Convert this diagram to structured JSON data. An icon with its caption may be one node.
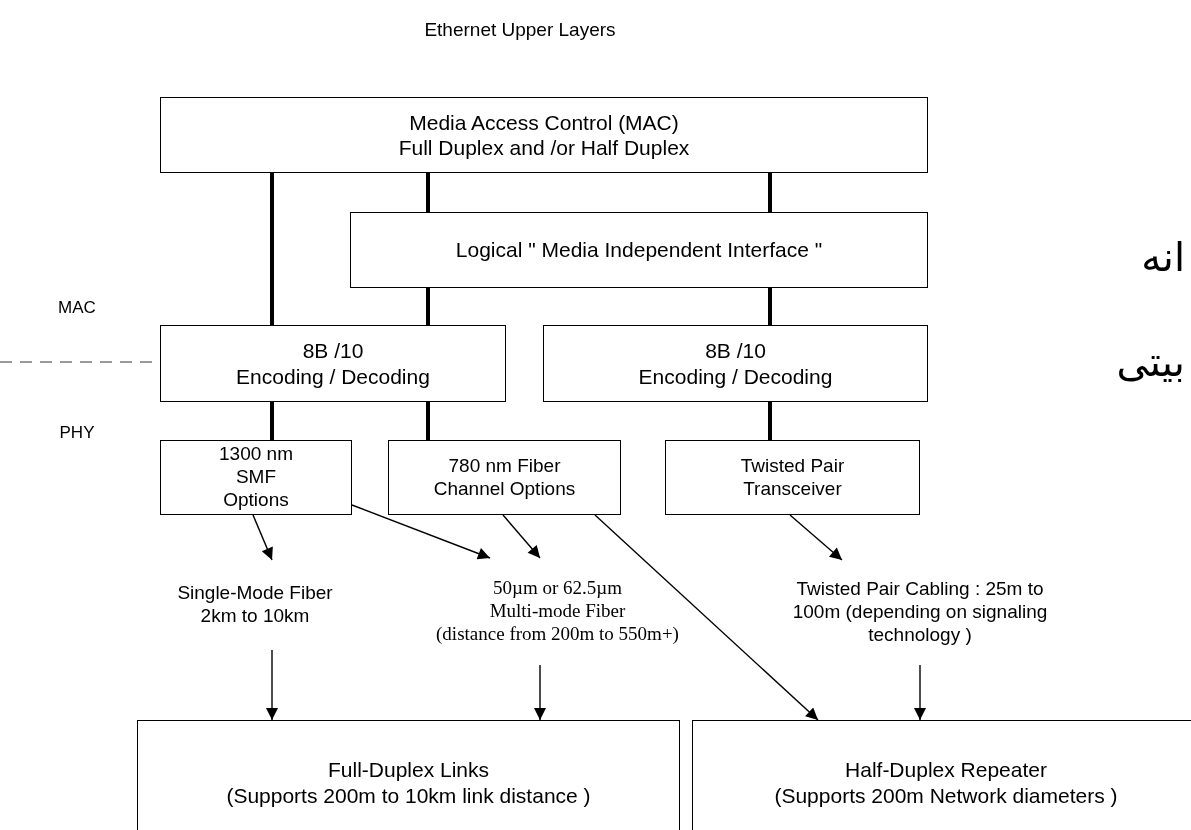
{
  "diagram": {
    "title": "Ethernet Upper Layers",
    "nodes": [
      {
        "text": [
          "Media Access Control (MAC)",
          "Full Duplex and /or Half Duplex"
        ]
      },
      {
        "text": [
          "Logical \" Media Independent Interface \""
        ]
      },
      {
        "text": [
          "8B /10",
          "Encoding / Decoding"
        ]
      },
      {
        "text": [
          "8B /10",
          "Encoding / Decoding"
        ]
      },
      {
        "text": [
          "1300 nm SMF Options"
        ]
      },
      {
        "text": [
          "780 nm Fiber Channel Options"
        ]
      },
      {
        "text": [
          "Twisted Pair Transceiver"
        ]
      },
      {
        "text": [
          "Single-Mode Fiber 2km to 10km"
        ]
      },
      {
        "text": [
          "50µm or 62.5µm Multi-mode Fiber",
          "(distance from 200m to 550m+)"
        ]
      },
      {
        "text": [
          "Twisted Pair Cabling : 25m to 100m (depending on signaling technology )"
        ]
      },
      {
        "text": [
          "Full-Duplex Links",
          "(Supports 200m to 10km link distance )"
        ]
      },
      {
        "text": [
          "Half-Duplex Repeater",
          "(Supports 200m Network diameters )"
        ]
      }
    ],
    "edges": [
      {
        "from": 0,
        "to": 2,
        "arrow": "none",
        "style": "thick"
      },
      {
        "from": 0,
        "to": 1,
        "arrow": "none",
        "style": "thick"
      },
      {
        "from": 0,
        "to": 1,
        "arrow": "none",
        "style": "thick"
      },
      {
        "from": 1,
        "to": 2,
        "arrow": "none",
        "style": "thick"
      },
      {
        "from": 1,
        "to": 3,
        "arrow": "none",
        "style": "thick"
      },
      {
        "from": 2,
        "to": 4,
        "arrow": "none",
        "style": "thick"
      },
      {
        "from": 2,
        "to": 5,
        "arrow": "none",
        "style": "thick"
      },
      {
        "from": 3,
        "to": 6,
        "arrow": "none",
        "style": "thick"
      },
      {
        "from": 4,
        "to": 7,
        "arrow": "to"
      },
      {
        "from": 4,
        "to": 8,
        "arrow": "to"
      },
      {
        "from": 5,
        "to": 8,
        "arrow": "to"
      },
      {
        "from": 5,
        "to": 11,
        "arrow": "to"
      },
      {
        "from": 6,
        "to": 9,
        "arrow": "to"
      },
      {
        "from": 7,
        "to": 10,
        "arrow": "to"
      },
      {
        "from": 8,
        "to": 10,
        "arrow": "to"
      },
      {
        "from": 9,
        "to": 11,
        "arrow": "to"
      }
    ],
    "labels": [
      "انه",
      "MAC",
      "بیتی",
      "PHY"
    ]
  }
}
